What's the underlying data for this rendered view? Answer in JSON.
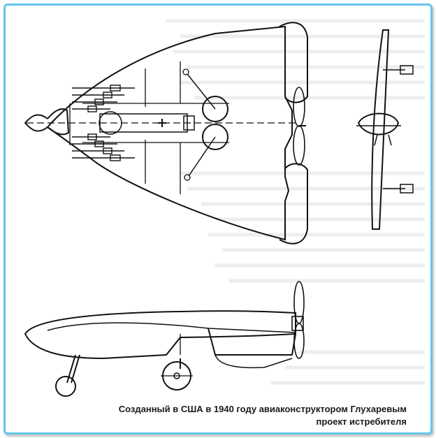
{
  "caption": {
    "line1": "Созданный в США в 1940 году авиаконструктором Глухаревым",
    "line2": "проект истребителя"
  },
  "colors": {
    "frame": "#63c6ec",
    "ink": "#111111",
    "ghost_text": "#e6e6e6"
  },
  "views": [
    "top-view",
    "front-view",
    "side-view"
  ]
}
